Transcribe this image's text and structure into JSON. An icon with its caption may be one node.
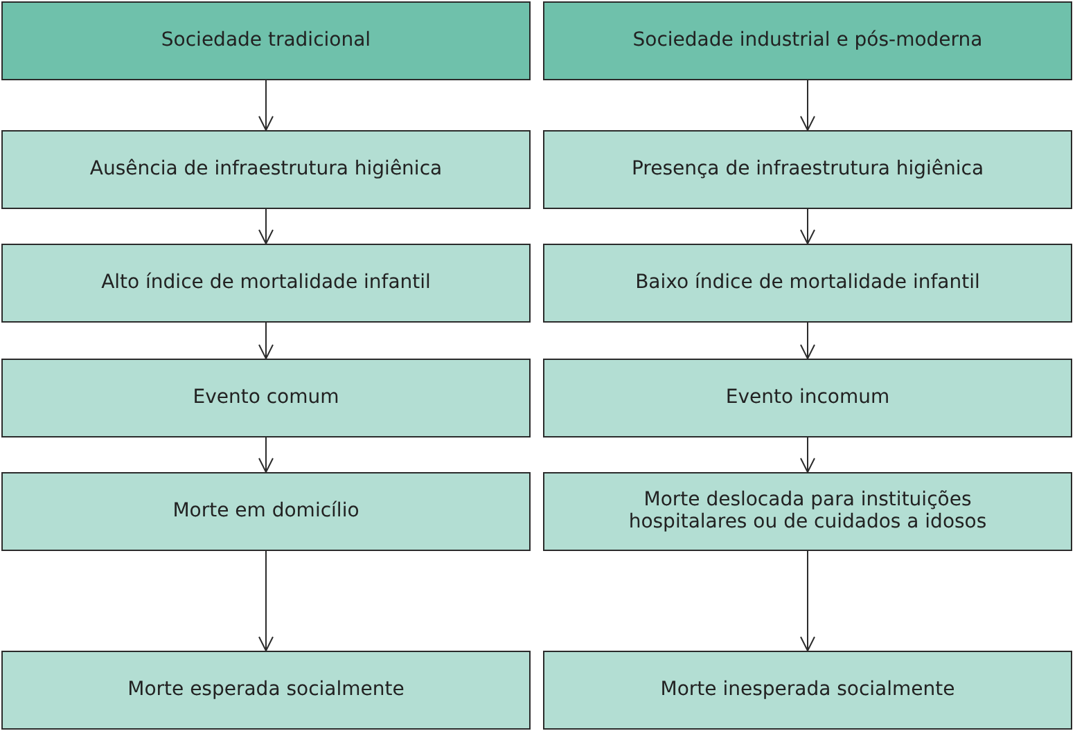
{
  "diagram": {
    "nodes": [
      {
        "text": [
          "Sociedade tradicional"
        ]
      },
      {
        "text": [
          "Ausência de infraestrutura higiênica"
        ]
      },
      {
        "text": [
          "Alto índice de mortalidade infantil"
        ]
      },
      {
        "text": [
          "Evento comum"
        ]
      },
      {
        "text": [
          "Morte em domicílio"
        ]
      },
      {
        "text": [
          "Morte esperada socialmente"
        ]
      },
      {
        "text": [
          "Sociedade industrial e pós-moderna"
        ]
      },
      {
        "text": [
          "Presença de infraestrutura higiênica"
        ]
      },
      {
        "text": [
          "Baixo índice de mortalidade infantil"
        ]
      },
      {
        "text": [
          "Evento incomum"
        ]
      },
      {
        "text": [
          "Morte deslocada para instituições hospitalares ou de cuidados a idosos"
        ]
      },
      {
        "text": [
          "Morte inesperada socialmente"
        ]
      }
    ],
    "edges": [
      {
        "from": 0,
        "to": 1,
        "arrow": "to"
      },
      {
        "from": 1,
        "to": 2,
        "arrow": "to"
      },
      {
        "from": 2,
        "to": 3,
        "arrow": "to"
      },
      {
        "from": 3,
        "to": 4,
        "arrow": "to"
      },
      {
        "from": 4,
        "to": 5,
        "arrow": "to"
      },
      {
        "from": 6,
        "to": 7,
        "arrow": "to"
      },
      {
        "from": 7,
        "to": 8,
        "arrow": "to"
      },
      {
        "from": 8,
        "to": 9,
        "arrow": "to"
      },
      {
        "from": 9,
        "to": 10,
        "arrow": "to"
      },
      {
        "from": 10,
        "to": 11,
        "arrow": "to"
      }
    ]
  }
}
